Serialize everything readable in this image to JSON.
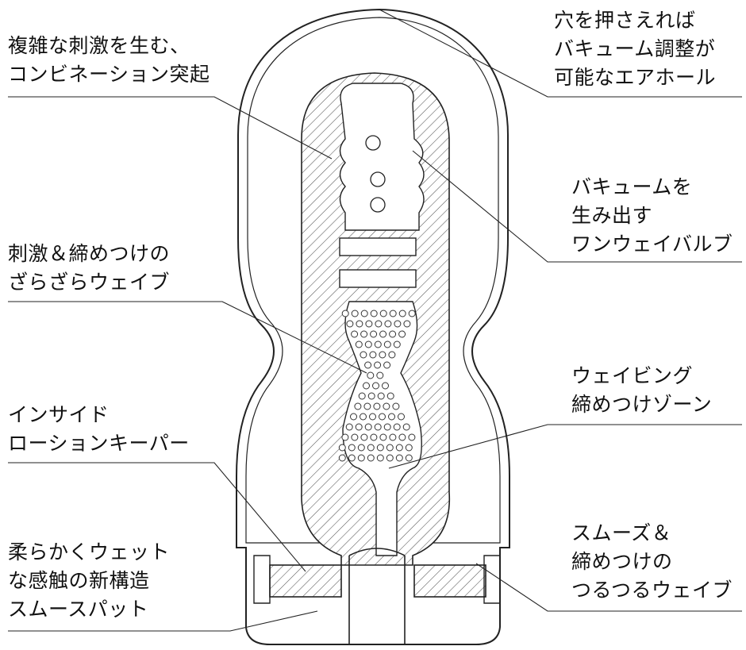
{
  "labels": {
    "combination": [
      "複雑な刺激を生む、",
      "コンビネーション突起"
    ],
    "wave_rough": [
      "刺激＆締めつけの",
      "ざらざらウェイブ"
    ],
    "lotion_keeper": [
      "インサイド",
      "ローションキーパー"
    ],
    "smooth_pad": [
      "柔らかくウェット",
      "な感触の新構造",
      "スムースパット"
    ],
    "air_hole": [
      "穴を押さえれば",
      "バキューム調整が",
      "可能なエアホール"
    ],
    "valve": [
      "バキュームを",
      "生み出す",
      "ワンウェイバルブ"
    ],
    "waving_zone": [
      "ウェイビング",
      "締めつけゾーン"
    ],
    "wave_smooth": [
      "スムーズ＆",
      "締めつけの",
      "つるつるウェイブ"
    ]
  }
}
